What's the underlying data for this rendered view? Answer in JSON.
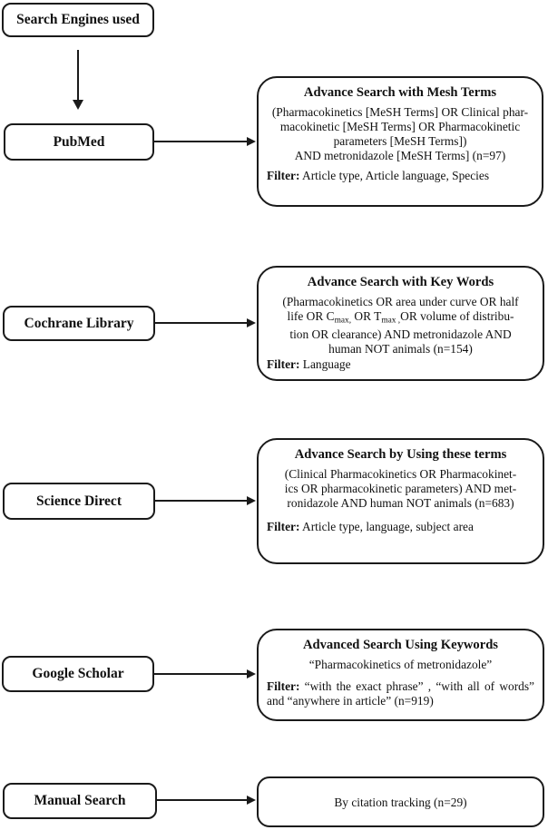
{
  "page": {
    "background_color": "#ffffff",
    "ink_color": "#1a1a1a"
  },
  "flowchart": {
    "header_box": {
      "label": "Search Engines used"
    },
    "rows": [
      {
        "source": {
          "label": "PubMed"
        },
        "detail": {
          "title": "Advance Search with Mesh Terms",
          "body_lines": [
            [
              {
                "t": "(Pharmacokinetics [MeSH Terms] OR Clinical phar-"
              }
            ],
            [
              {
                "t": "macokinetic [MeSH Terms] OR Pharmacokinetic"
              }
            ],
            [
              {
                "t": "parameters [MeSH Terms])"
              }
            ],
            [
              {
                "t": "AND metronidazole [MeSH Terms] (n=97)"
              }
            ]
          ],
          "filter_label": "Filter:",
          "filter_text": " Article type, Article language, Species"
        }
      },
      {
        "source": {
          "label": "Cochrane Library"
        },
        "detail": {
          "title": "Advance Search with Key Words",
          "body_lines": [
            [
              {
                "t": "(Pharmacokinetics OR area under curve OR half"
              }
            ],
            [
              {
                "t": "life OR C"
              },
              {
                "t": "max,",
                "sub": true
              },
              {
                "t": " OR T"
              },
              {
                "t": "max ,",
                "sub": true
              },
              {
                "t": "OR volume of distribu-"
              }
            ],
            [
              {
                "t": "tion OR clearance) AND metronidazole AND"
              }
            ],
            [
              {
                "t": "human NOT animals (n=154)"
              }
            ]
          ],
          "filter_label": "Filter:",
          "filter_text": " Language"
        }
      },
      {
        "source": {
          "label": "Science Direct"
        },
        "detail": {
          "title": "Advance Search by Using these terms",
          "body_lines": [
            [
              {
                "t": "(Clinical Pharmacokinetics OR Pharmacokinet-"
              }
            ],
            [
              {
                "t": "ics OR pharmacokinetic parameters) AND met-"
              }
            ],
            [
              {
                "t": "ronidazole AND human NOT animals (n=683)"
              }
            ]
          ],
          "filter_label": "Filter:",
          "filter_text": " Article type, language, subject area"
        }
      },
      {
        "source": {
          "label": "Google Scholar"
        },
        "detail": {
          "title": "Advanced Search Using Keywords",
          "body_lines": [
            [
              {
                "t": "“Pharmacokinetics of metronidazole”"
              }
            ]
          ],
          "filter_label": "Filter:",
          "filter_text": " “with the exact phrase” , “with all of words” and “anywhere in article” (n=919)"
        }
      },
      {
        "source": {
          "label": "Manual Search"
        },
        "detail": {
          "text": "By citation tracking (n=29)"
        }
      }
    ]
  }
}
